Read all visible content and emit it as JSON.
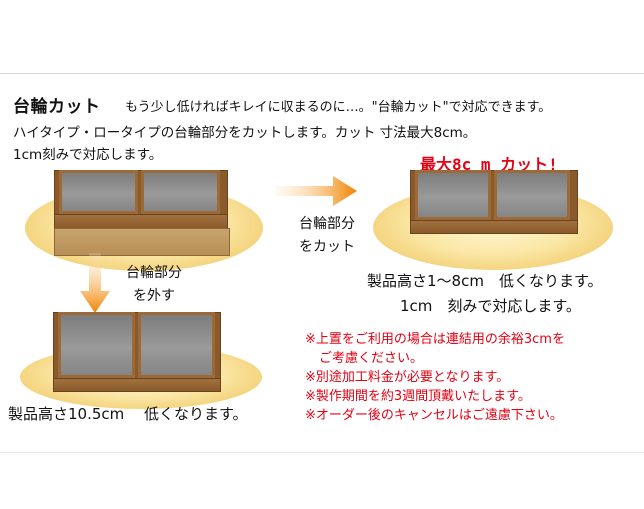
{
  "heading": {
    "title": "台輪カット",
    "intro": "もう少し低ければキレイに収まるのに…。\"台輪カット\"で対応できます。"
  },
  "description": {
    "line1": "ハイタイプ・ロータイプの台輪部分をカットします。カット 寸法最大8cm。",
    "line2": "1cm刻みで対応します。"
  },
  "right_arrow_label": {
    "line1": "台輪部分",
    "line2": "をカット"
  },
  "down_arrow_label": {
    "line1": "台輪部分",
    "line2": "を外す"
  },
  "max_cut_label": "最大8c m カット!",
  "cut_result": {
    "line1": "製品高さ1～8cm　低くなります。",
    "line2": "1cm　刻みで対応します。"
  },
  "removed_result": "製品高さ10.5cm　 低くなります。",
  "notes": [
    "※上置をご利用の場合は連結用の余裕3cmを",
    "ご考慮ください。",
    "※別途加工料金が必要となります。",
    "※製作期間を約3週間頂戴いたします。",
    "※オーダー後のキャンセルはご遠慮下さい。"
  ],
  "colors": {
    "accent_red": "#e60012",
    "arrow_orange": "#f08300",
    "ellipse_yellow": "#f3d27a",
    "wood_brown": "#8a5a2b"
  },
  "icons": {
    "right_arrow": "arrow-right-icon",
    "down_arrow": "arrow-down-icon"
  }
}
